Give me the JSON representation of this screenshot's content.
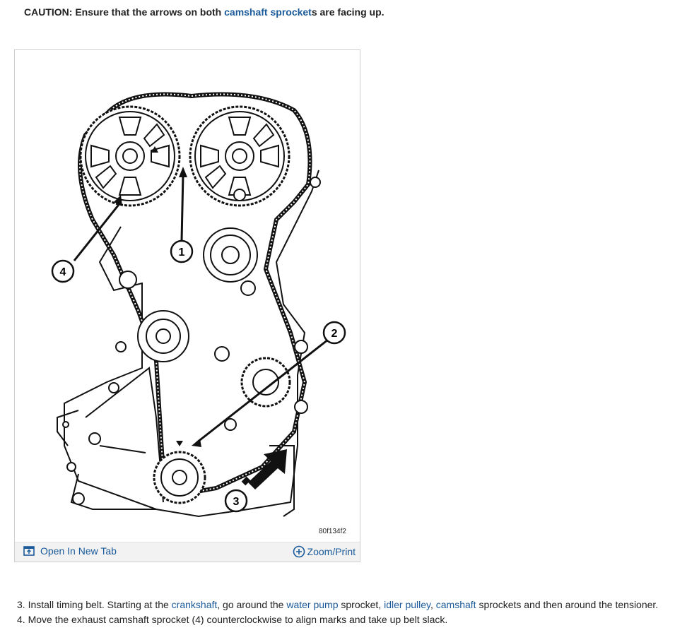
{
  "caution": {
    "prefix": "CAUTION: Ensure that the arrows on both ",
    "link": "camshaft sprocket",
    "suffix": "s are facing up."
  },
  "figure": {
    "code": "80f134f2",
    "callouts": [
      "1",
      "2",
      "3",
      "4"
    ],
    "open_tab_label": "Open In New Tab",
    "zoom_label": "Zoom/Print"
  },
  "steps": [
    {
      "t1": "3. Install timing belt. Starting at the ",
      "l1": "crankshaft",
      "t2": ", go around the ",
      "l2": "water pump",
      "t3": " sprocket, ",
      "l3": "idler pulley",
      "t4": ", ",
      "l4": "camshaft",
      "t5": " sprockets and then around the tensioner."
    },
    {
      "t1": "4. Move the exhaust camshaft sprocket (4) counterclockwise to align marks and take up belt slack."
    }
  ],
  "colors": {
    "link": "#1a5a9a",
    "text": "#222222",
    "bar": "#f2f2f2"
  },
  "icons": {
    "open_tab": "open-new-tab-icon",
    "zoom": "zoom-plus-icon"
  }
}
